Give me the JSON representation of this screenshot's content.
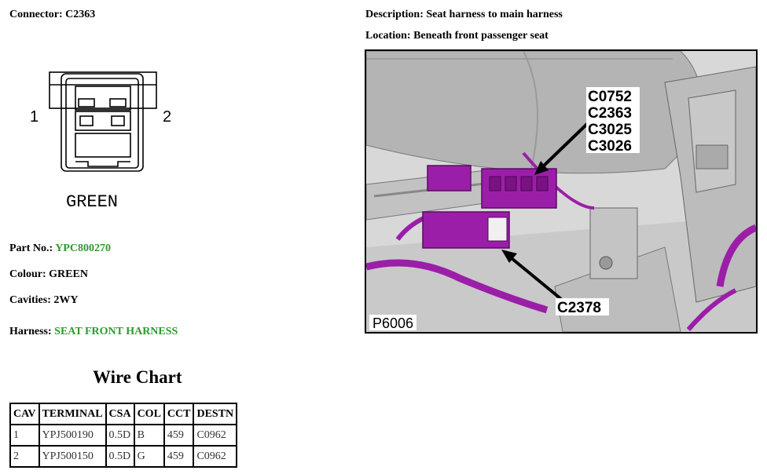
{
  "connector": {
    "label": "Connector:",
    "id": "C2363",
    "pin_left": "1",
    "pin_right": "2",
    "color_caption": "GREEN"
  },
  "description": {
    "label": "Description:",
    "value": "Seat harness to main harness"
  },
  "location": {
    "label": "Location:",
    "value": "Beneath front passenger seat"
  },
  "part_no": {
    "label": "Part No.:",
    "value": "YPC800270"
  },
  "colour": {
    "label": "Colour:",
    "value": "GREEN"
  },
  "cavities": {
    "label": "Cavities:",
    "value": "2WY"
  },
  "harness": {
    "label": "Harness:",
    "value": "SEAT FRONT HARNESS"
  },
  "photo": {
    "callouts_top": [
      "C0752",
      "C2363",
      "C3025",
      "C3026"
    ],
    "callout_bottom": "C2378",
    "ref": "P6006"
  },
  "wire_chart": {
    "title": "Wire Chart",
    "headers": [
      "CAV",
      "TERMINAL",
      "CSA",
      "COL",
      "CCT",
      "DESTN"
    ],
    "rows": [
      [
        "1",
        "YPJ500190",
        "0.5D",
        "B",
        "459",
        "C0962"
      ],
      [
        "2",
        "YPJ500150",
        "0.5D",
        "G",
        "459",
        "C0962"
      ]
    ]
  },
  "colors": {
    "accent_green": "#2e9a2e",
    "connector_purple": "#9b1ea8"
  }
}
